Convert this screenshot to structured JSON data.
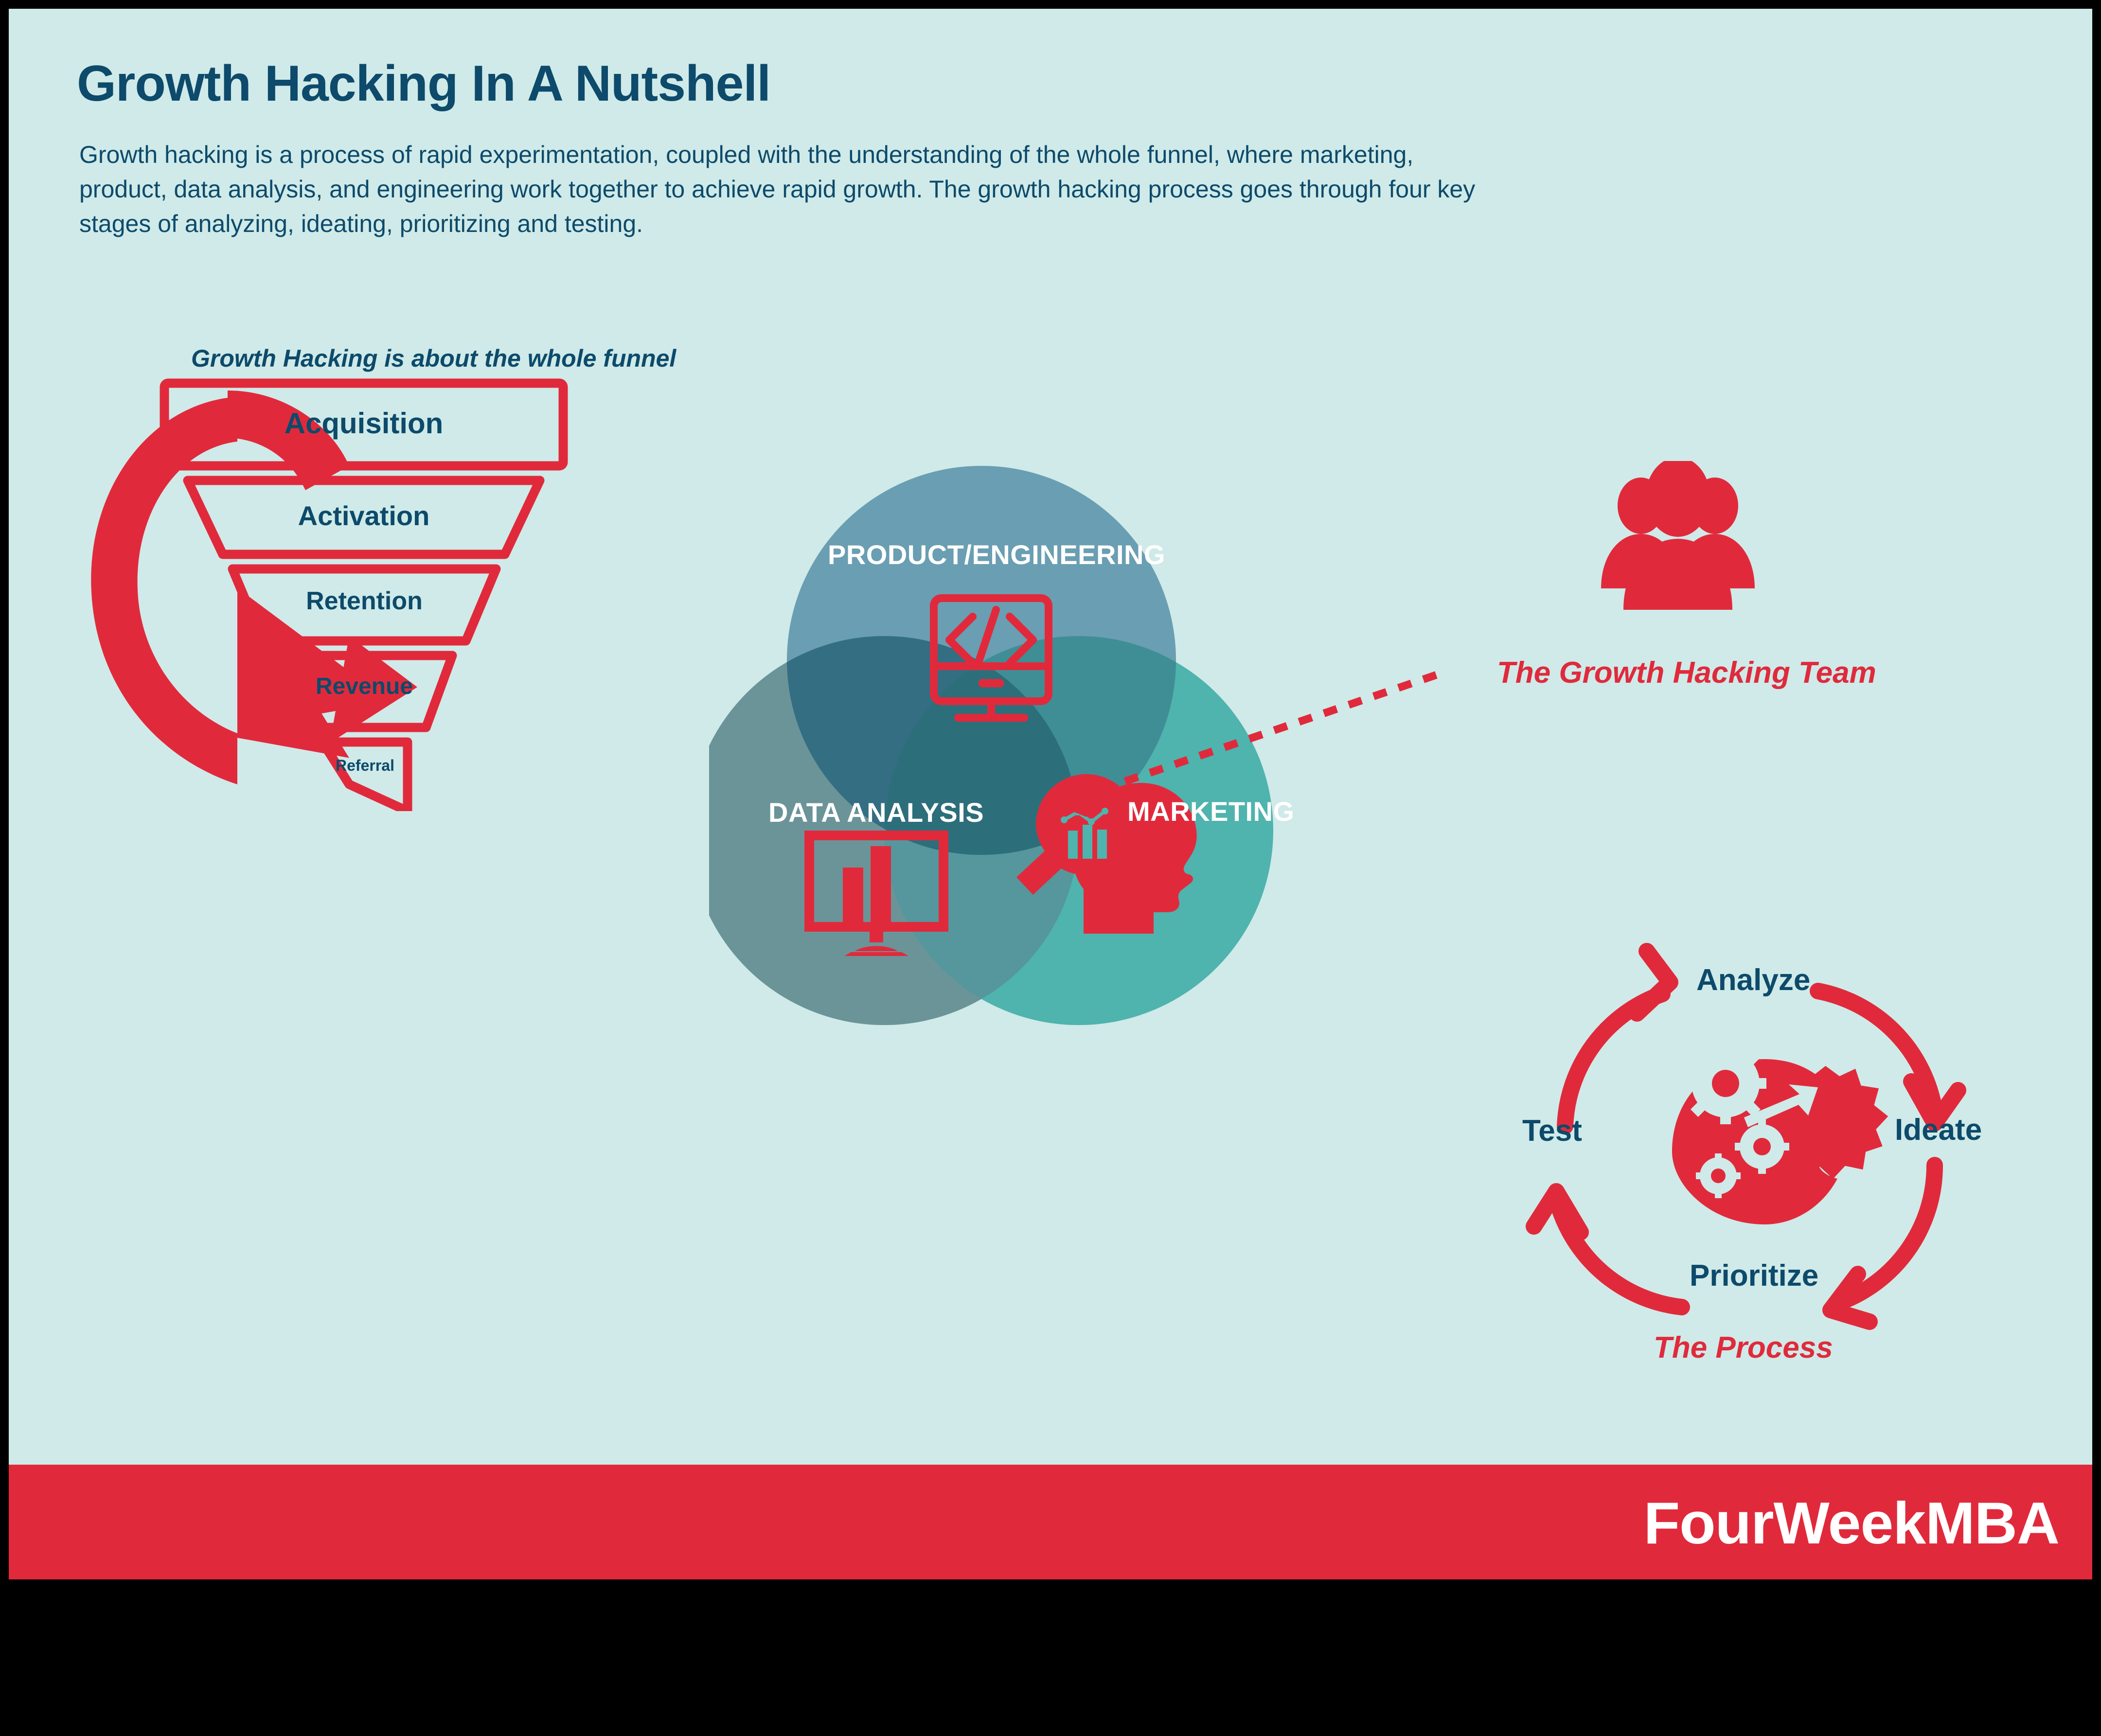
{
  "page": {
    "title": "Growth Hacking In A Nutshell",
    "description": "Growth hacking is a process of rapid experimentation, coupled with the understanding of the whole funnel, where marketing, product, data analysis, and engineering work together to achieve rapid growth. The growth hacking process goes through four key stages of analyzing, ideating, prioritizing and testing.",
    "background_color": "#CFEAE8",
    "accent_red": "#E02A3C",
    "text_navy": "#0D4A6B",
    "border_color": "#000000"
  },
  "funnel": {
    "caption": "Growth Hacking is about the whole funnel",
    "stages": [
      {
        "label": "Acquisition",
        "font_size": 60
      },
      {
        "label": "Activation",
        "font_size": 56
      },
      {
        "label": "Retention",
        "font_size": 52
      },
      {
        "label": "Revenue",
        "font_size": 48
      },
      {
        "label": "Referral",
        "font_size": 32
      }
    ],
    "loop_arrow_icon": "circular-arrow-icon",
    "outline_color": "#E02A3C",
    "label_color": "#0D4A6B"
  },
  "venn": {
    "circles": [
      {
        "label": "PRODUCT/ENGINEERING",
        "color": "#6499AE",
        "icon": "code-monitor-icon",
        "position": "top"
      },
      {
        "label": "DATA ANALYSIS",
        "color": "#659094",
        "icon": "bar-chart-monitor-icon",
        "position": "bottom-left"
      },
      {
        "label": "MARKETING",
        "color": "#4FB3AE",
        "icon": "head-magnifier-chart-icon",
        "position": "bottom-right"
      }
    ],
    "label_color": "#FFFFFF",
    "icon_color": "#E02A3C"
  },
  "team": {
    "label": "The Growth Hacking Team",
    "icon": "three-people-group-icon",
    "color": "#E02A3C",
    "pointer": "dashed-arrow-icon"
  },
  "process": {
    "caption": "The Process",
    "center_icon": "gears-idea-burst-icon",
    "steps": [
      {
        "label": "Analyze",
        "order": 1
      },
      {
        "label": "Ideate",
        "order": 2
      },
      {
        "label": "Prioritize",
        "order": 3
      },
      {
        "label": "Test",
        "order": 4
      }
    ],
    "arrow_color": "#E02A3C",
    "label_color": "#0D4A6B"
  },
  "footer": {
    "brand": "FourWeekMBA",
    "background_color": "#E02A3C",
    "text_color": "#FFFFFF"
  }
}
